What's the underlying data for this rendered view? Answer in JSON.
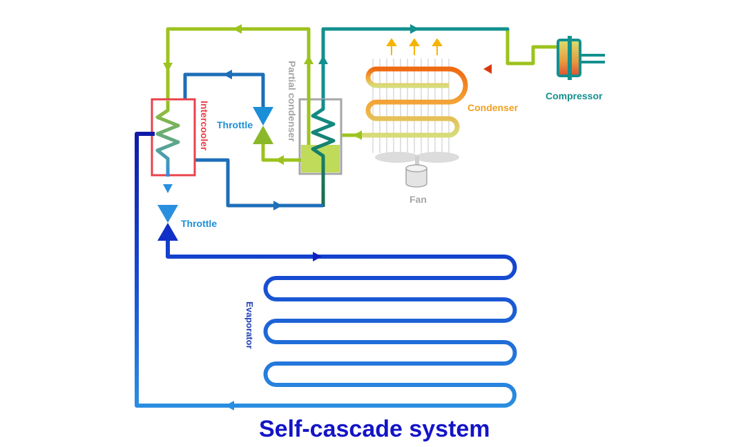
{
  "title": "Self-cascade system",
  "labels": {
    "compressor": "Compressor",
    "condenser": "Condenser",
    "fan": "Fan",
    "partial_condenser": "Partial condenser",
    "intercooler": "Intercooler",
    "throttle_upper": "Throttle",
    "throttle_lower": "Throttle",
    "evaporator": "Evaporator"
  },
  "colors": {
    "title": "#1414c8",
    "compressor_label": "#13908f",
    "condenser_label": "#f0a020",
    "fan_label": "#a6a6a6",
    "partial_condenser_label": "#a6a6a6",
    "intercooler_label": "#e8414a",
    "throttle_label": "#1a8fd8",
    "evaporator_label": "#1f3fb8",
    "teal_pipe": "#13908f",
    "lime_pipe": "#9cc31e",
    "blue_pipe": "#1d6fb8",
    "deep_blue_pipe": "#1020c0",
    "hot_pipe": "#e01010"
  },
  "icons": [
    "piston-compressor-icon",
    "fan-icon",
    "heat-arrow-icon",
    "throttle-valve-icon",
    "flow-arrow-icon"
  ]
}
